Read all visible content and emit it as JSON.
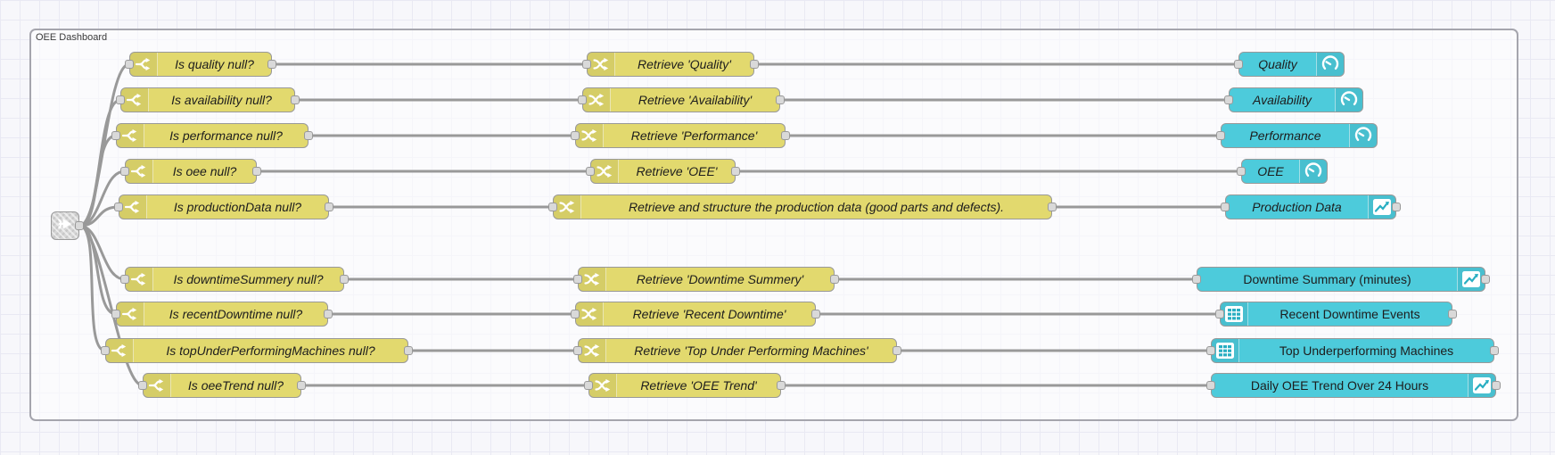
{
  "workspace": {
    "group_label": "OEE Dashboard"
  },
  "colors": {
    "function_node": "#e2d96e",
    "ui_node": "#4dcbdb",
    "icon_accent": "#28aec2",
    "wire": "#999999",
    "port_fill": "#d9d9d9",
    "group_border": "#a5a5ad"
  },
  "link_node": {
    "icon": "link-in-icon"
  },
  "rows": [
    {
      "switch": {
        "label": "Is quality null?",
        "italic": true
      },
      "change": {
        "label": "Retrieve 'Quality'",
        "italic": true
      },
      "ui": {
        "label": "Quality",
        "italic": true,
        "icon": "gauge-icon",
        "icon_side": "right",
        "has_output": false
      }
    },
    {
      "switch": {
        "label": "Is availability null?",
        "italic": true
      },
      "change": {
        "label": "Retrieve 'Availability'",
        "italic": true
      },
      "ui": {
        "label": "Availability",
        "italic": true,
        "icon": "gauge-icon",
        "icon_side": "right",
        "has_output": false
      }
    },
    {
      "switch": {
        "label": "Is performance null?",
        "italic": true
      },
      "change": {
        "label": "Retrieve 'Performance'",
        "italic": true
      },
      "ui": {
        "label": "Performance",
        "italic": true,
        "icon": "gauge-icon",
        "icon_side": "right",
        "has_output": false
      }
    },
    {
      "switch": {
        "label": "Is oee null?",
        "italic": true
      },
      "change": {
        "label": "Retrieve 'OEE'",
        "italic": true
      },
      "ui": {
        "label": "OEE",
        "italic": true,
        "icon": "gauge-icon",
        "icon_side": "right",
        "has_output": false
      }
    },
    {
      "switch": {
        "label": "Is productionData null?",
        "italic": true
      },
      "change": {
        "label": "Retrieve and structure the production data (good parts and defects).",
        "italic": true
      },
      "ui": {
        "label": "Production Data",
        "italic": true,
        "icon": "chart-icon",
        "icon_side": "right",
        "has_output": true
      }
    },
    {
      "switch": {
        "label": "Is downtimeSummery null?",
        "italic": true
      },
      "change": {
        "label": "Retrieve 'Downtime Summery'",
        "italic": true
      },
      "ui": {
        "label": "Downtime Summary (minutes)",
        "italic": false,
        "icon": "chart-icon",
        "icon_side": "right",
        "has_output": true
      }
    },
    {
      "switch": {
        "label": "Is recentDowntime null?",
        "italic": true
      },
      "change": {
        "label": "Retrieve 'Recent Downtime'",
        "italic": true
      },
      "ui": {
        "label": "Recent Downtime Events",
        "italic": false,
        "icon": "table-icon",
        "icon_side": "left",
        "has_output": true
      }
    },
    {
      "switch": {
        "label": "Is topUnderPerformingMachines null?",
        "italic": true
      },
      "change": {
        "label": "Retrieve 'Top Under Performing Machines'",
        "italic": true
      },
      "ui": {
        "label": "Top Underperforming Machines",
        "italic": false,
        "icon": "table-icon",
        "icon_side": "left",
        "has_output": true
      }
    },
    {
      "switch": {
        "label": "Is oeeTrend null?",
        "italic": true
      },
      "change": {
        "label": "Retrieve 'OEE Trend'",
        "italic": true
      },
      "ui": {
        "label": "Daily OEE Trend Over 24 Hours",
        "italic": false,
        "icon": "chart-icon",
        "icon_side": "right",
        "has_output": true
      }
    }
  ]
}
